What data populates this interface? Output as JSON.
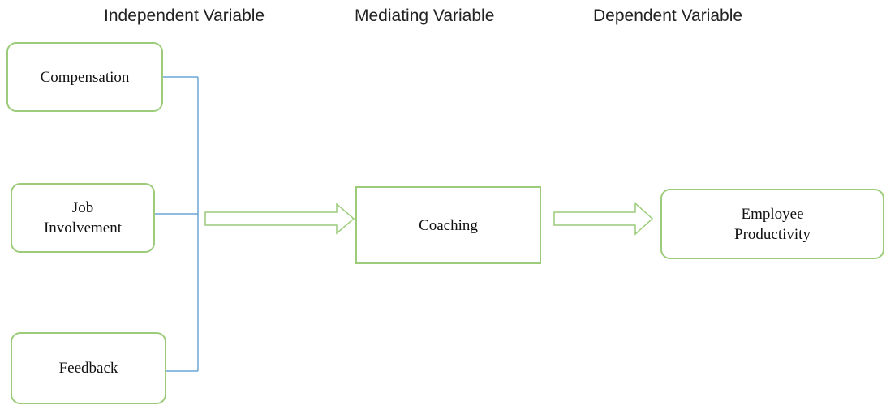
{
  "headings": {
    "independent": "Independent Variable",
    "mediating": "Mediating Variable",
    "dependent": "Dependent Variable"
  },
  "nodes": {
    "compensation": "Compensation",
    "job_involvement_line1": "Job",
    "job_involvement_line2": "Involvement",
    "feedback": "Feedback",
    "coaching": "Coaching",
    "employee_productivity_line1": "Employee",
    "employee_productivity_line2": "Productivity"
  },
  "colors": {
    "box_border": "#9ccc7a",
    "connector": "#6aa6d6",
    "arrow_outline": "#9ccc7a"
  }
}
